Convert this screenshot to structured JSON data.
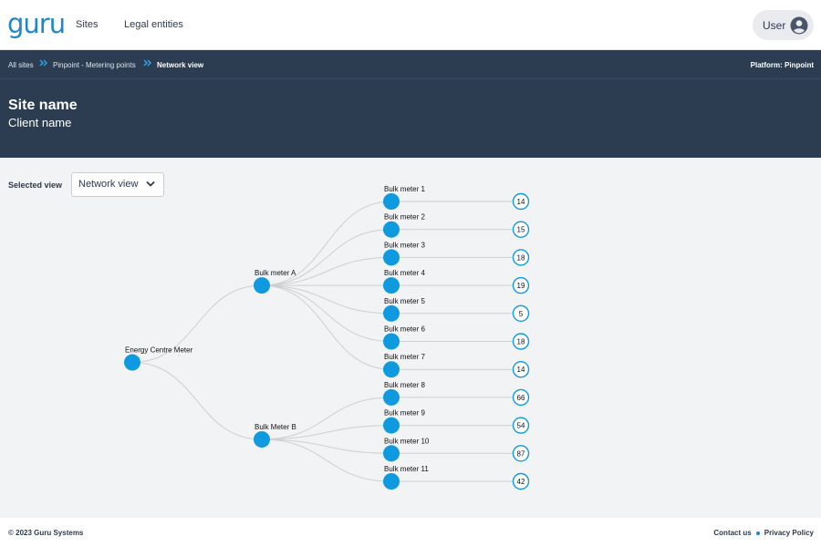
{
  "nav": {
    "logo": "guru",
    "links": [
      "Sites",
      "Legal entities"
    ],
    "user_label": "User"
  },
  "breadcrumb": {
    "items": [
      "All sites",
      "Pinpoint - Metering points",
      "Network view"
    ],
    "platform": "Platform: Pinpoint"
  },
  "site": {
    "name": "Site name",
    "client": "Client name"
  },
  "view_selector": {
    "label": "Selected view",
    "value": "Network view"
  },
  "tree": {
    "root": {
      "label": "Energy Centre Meter",
      "children": [
        {
          "label": "Bulk meter A",
          "children": [
            {
              "label": "Bulk meter 1",
              "count": "14"
            },
            {
              "label": "Bulk meter 2",
              "count": "15"
            },
            {
              "label": "Bulk meter 3",
              "count": "18"
            },
            {
              "label": "Bulk meter 4",
              "count": "19"
            },
            {
              "label": "Bulk meter 5",
              "count": "5"
            },
            {
              "label": "Bulk meter 6",
              "count": "18"
            },
            {
              "label": "Bulk meter 7",
              "count": "14"
            }
          ]
        },
        {
          "label": "Bulk Meter B",
          "children": [
            {
              "label": "Bulk meter 8",
              "count": "66"
            },
            {
              "label": "Bulk meter 9",
              "count": "54"
            },
            {
              "label": "Bulk meter 10",
              "count": "87"
            },
            {
              "label": "Bulk meter 11",
              "count": "42"
            }
          ]
        }
      ]
    },
    "colors": {
      "node": "#0f9ae0",
      "link": "#cfcfcf",
      "count_border": "#0f9ae0"
    }
  },
  "footer": {
    "copyright": "© 2023 Guru Systems",
    "links": [
      "Contact us",
      "Privacy Policy"
    ]
  }
}
